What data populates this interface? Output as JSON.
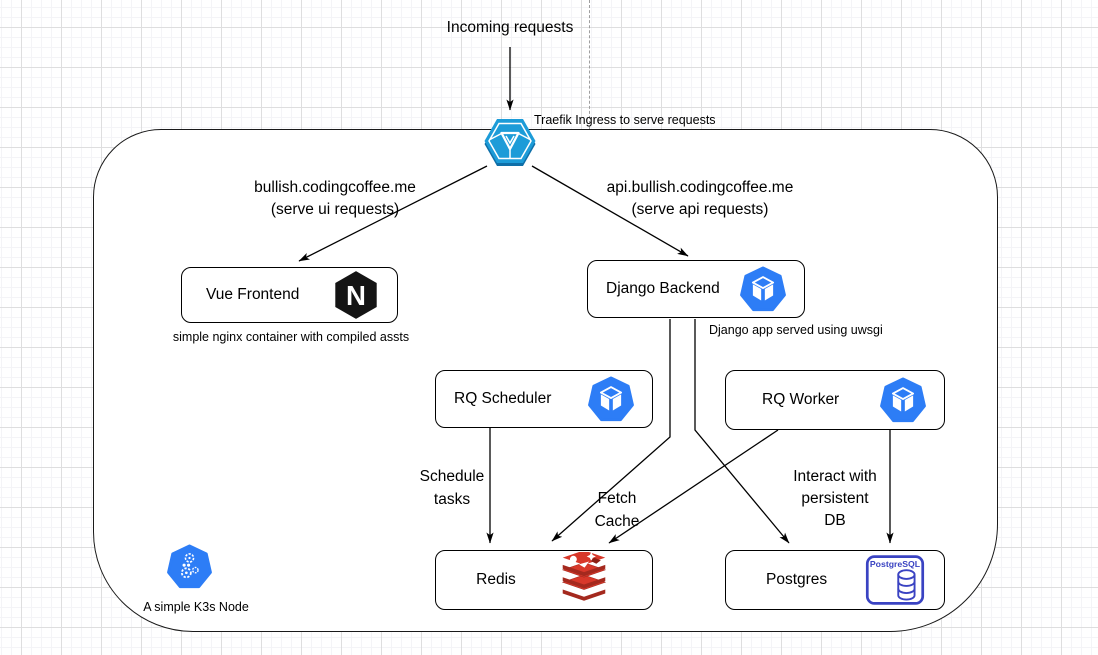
{
  "top": {
    "incoming_label": "Incoming requests",
    "ingress_caption": "Traefik Ingress to serve requests"
  },
  "branch_ui": {
    "host": "bullish.codingcoffee.me",
    "note": "(serve ui requests)"
  },
  "branch_api": {
    "host": "api.bullish.codingcoffee.me",
    "note": "(serve api requests)"
  },
  "nodes": {
    "vue": {
      "label": "Vue Frontend",
      "caption": "simple nginx container with compiled assts"
    },
    "django": {
      "label": "Django Backend",
      "caption": "Django app served using uwsgi"
    },
    "scheduler": {
      "label": "RQ Scheduler"
    },
    "worker": {
      "label": "RQ Worker"
    },
    "redis": {
      "label": "Redis"
    },
    "postgres": {
      "label": "Postgres",
      "icon_text": "PostgreSQL"
    }
  },
  "edge_labels": {
    "schedule_1": "Schedule",
    "schedule_2": "tasks",
    "fetch_1": "Fetch",
    "fetch_2": "Cache",
    "interact_1": "Interact with",
    "interact_2": "persistent",
    "interact_3": "DB"
  },
  "footer": {
    "k3s_caption": "A simple K3s Node"
  },
  "colors": {
    "kube_blue": "#2d7df6",
    "traefik_blue": "#1d9cd8",
    "traefik_dark": "#0f6fa8",
    "redis_red": "#d8382a",
    "redis_dark": "#a4291e",
    "postgres_blue": "#3a43c2",
    "nginx_black": "#141414",
    "edge_black": "#000000"
  }
}
